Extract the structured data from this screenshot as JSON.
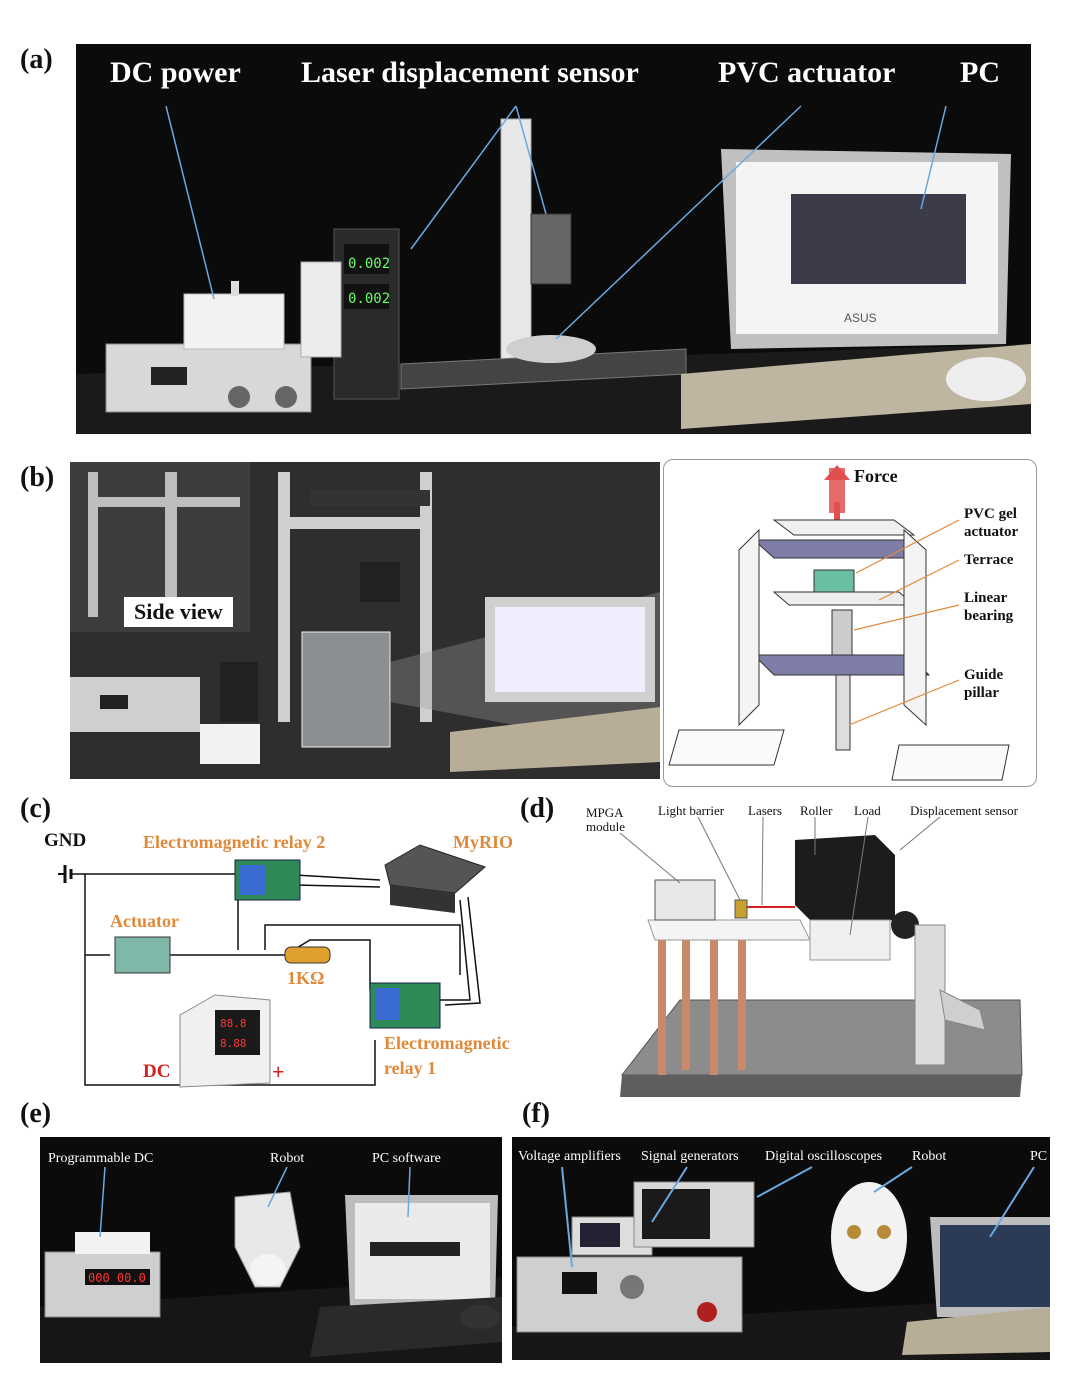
{
  "panels": {
    "a": {
      "letter": "(a)",
      "labels": {
        "dc_power": "DC power",
        "laser_sensor": "Laser displacement sensor",
        "pvc_actuator": "PVC actuator",
        "pc": "PC"
      },
      "brand": "ASUS"
    },
    "b": {
      "letter": "(b)",
      "side_view": "Side view",
      "force": "Force",
      "labels": {
        "pvc_gel_1": "PVC gel",
        "pvc_gel_2": "actuator",
        "terrace": "Terrace",
        "linear_1": "Linear",
        "linear_2": "bearing",
        "guide_1": "Guide",
        "guide_2": "pillar"
      }
    },
    "c": {
      "letter": "(c)",
      "gnd": "GND",
      "relay2": "Electromagnetic relay 2",
      "myrio": "MyRIO",
      "actuator": "Actuator",
      "resistor": "1KΩ",
      "relay1_1": "Electromagnetic",
      "relay1_2": "relay 1",
      "dc": "DC",
      "plus": "+"
    },
    "d": {
      "letter": "(d)",
      "mpga_1": "MPGA",
      "mpga_2": "module",
      "light_barrier": "Light barrier",
      "lasers": "Lasers",
      "roller": "Roller",
      "load": "Load",
      "displacement": "Displacement sensor"
    },
    "e": {
      "letter": "(e)",
      "programmable_dc": "Programmable DC",
      "robot": "Robot",
      "pc_software": "PC software"
    },
    "f": {
      "letter": "(f)",
      "voltage_amplifiers": "Voltage amplifiers",
      "signal_generators": "Signal generators",
      "digital_oscilloscopes": "Digital oscilloscopes",
      "robot": "Robot",
      "pc": "PC"
    }
  },
  "colors": {
    "background": "#ffffff",
    "photo_bg": "#0b0b0b",
    "orange_label": "#e0893a",
    "red_label": "#d42020",
    "pointer_line": "#6aa8e0",
    "force_arrow": "#e05050",
    "plate_blue": "#6f6f9a"
  }
}
